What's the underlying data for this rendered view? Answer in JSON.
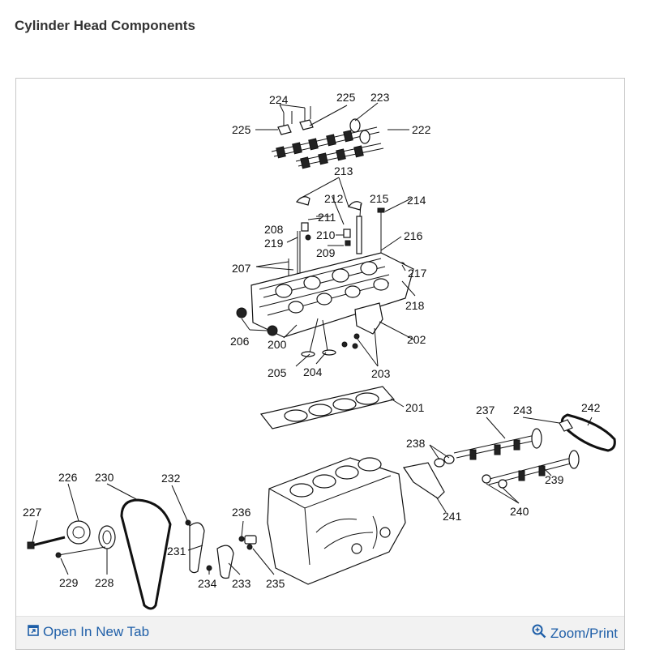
{
  "page": {
    "title": "Cylinder Head Components"
  },
  "figure": {
    "callouts": [
      {
        "id": "c224",
        "text": "224"
      },
      {
        "id": "c225a",
        "text": "225"
      },
      {
        "id": "c223",
        "text": "223"
      },
      {
        "id": "c225b",
        "text": "225"
      },
      {
        "id": "c222",
        "text": "222"
      },
      {
        "id": "c213",
        "text": "213"
      },
      {
        "id": "c212",
        "text": "212"
      },
      {
        "id": "c215",
        "text": "215"
      },
      {
        "id": "c214",
        "text": "214"
      },
      {
        "id": "c211",
        "text": "211"
      },
      {
        "id": "c208",
        "text": "208"
      },
      {
        "id": "c210",
        "text": "210"
      },
      {
        "id": "c216",
        "text": "216"
      },
      {
        "id": "c219",
        "text": "219"
      },
      {
        "id": "c209",
        "text": "209"
      },
      {
        "id": "c207",
        "text": "207"
      },
      {
        "id": "c217",
        "text": "217"
      },
      {
        "id": "c218",
        "text": "218"
      },
      {
        "id": "c202",
        "text": "202"
      },
      {
        "id": "c206",
        "text": "206"
      },
      {
        "id": "c200",
        "text": "200"
      },
      {
        "id": "c205",
        "text": "205"
      },
      {
        "id": "c204",
        "text": "204"
      },
      {
        "id": "c203",
        "text": "203"
      },
      {
        "id": "c201",
        "text": "201"
      },
      {
        "id": "c237",
        "text": "237"
      },
      {
        "id": "c243",
        "text": "243"
      },
      {
        "id": "c242",
        "text": "242"
      },
      {
        "id": "c238",
        "text": "238"
      },
      {
        "id": "c239",
        "text": "239"
      },
      {
        "id": "c240",
        "text": "240"
      },
      {
        "id": "c241",
        "text": "241"
      },
      {
        "id": "c226",
        "text": "226"
      },
      {
        "id": "c230",
        "text": "230"
      },
      {
        "id": "c232",
        "text": "232"
      },
      {
        "id": "c227",
        "text": "227"
      },
      {
        "id": "c236",
        "text": "236"
      },
      {
        "id": "c231",
        "text": "231"
      },
      {
        "id": "c229",
        "text": "229"
      },
      {
        "id": "c228",
        "text": "228"
      },
      {
        "id": "c234",
        "text": "234"
      },
      {
        "id": "c233",
        "text": "233"
      },
      {
        "id": "c235",
        "text": "235"
      }
    ]
  },
  "footer": {
    "open_label": "Open In New Tab",
    "zoom_label": "Zoom/Print"
  }
}
